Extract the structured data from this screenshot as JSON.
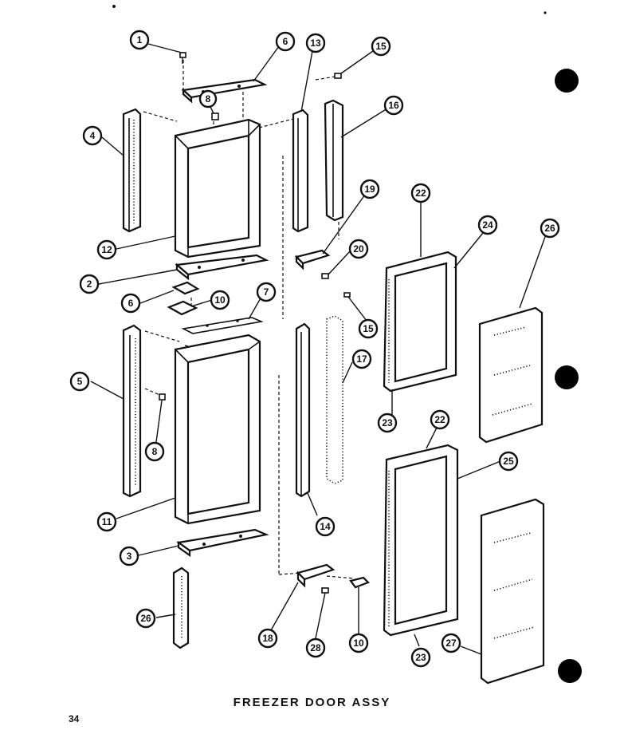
{
  "caption": "FREEZER DOOR ASSY",
  "page_number": "34",
  "callouts": [
    "1",
    "6",
    "13",
    "15",
    "8",
    "4",
    "16",
    "12",
    "19",
    "22",
    "24",
    "26",
    "20",
    "2",
    "6",
    "10",
    "7",
    "15",
    "5",
    "17",
    "8",
    "23",
    "22",
    "25",
    "11",
    "14",
    "3",
    "26",
    "18",
    "28",
    "10",
    "23",
    "27"
  ]
}
